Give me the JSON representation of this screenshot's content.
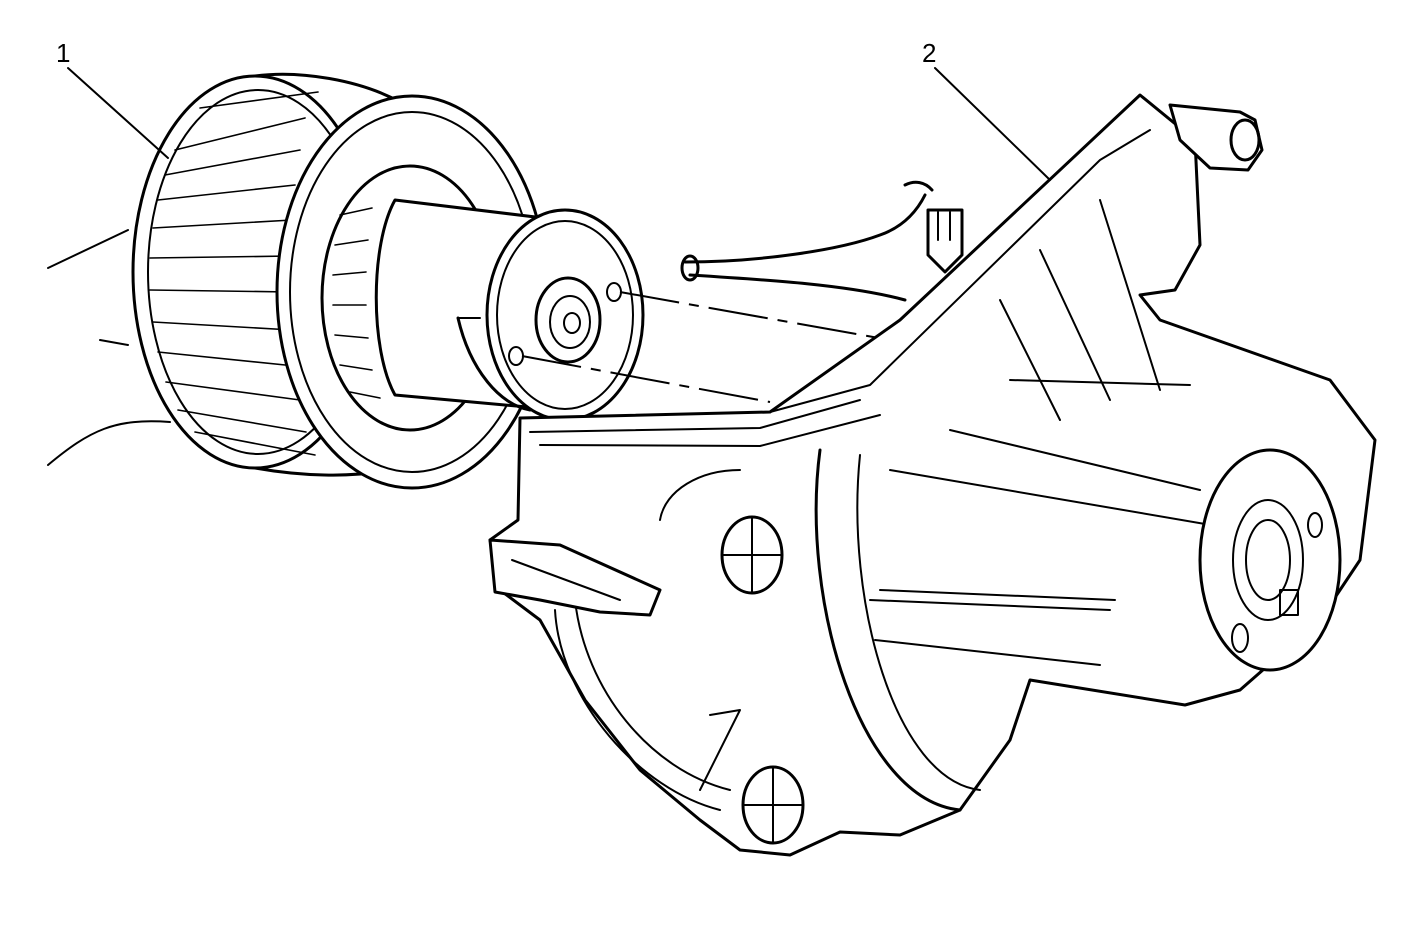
{
  "callouts": {
    "one": "1",
    "two": "2"
  },
  "parts": [
    {
      "callout": "1",
      "icon": "blower-wheel-icon"
    },
    {
      "callout": "2",
      "icon": "blower-motor-housing-icon"
    }
  ]
}
